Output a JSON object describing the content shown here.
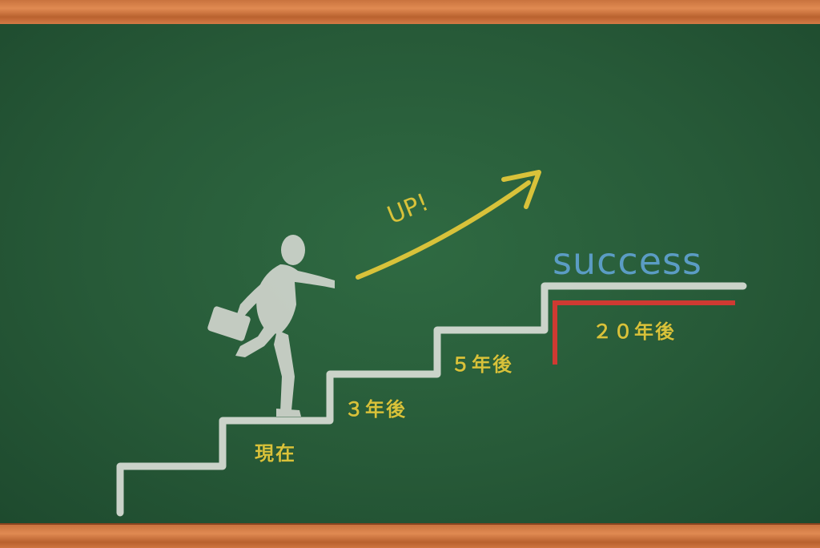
{
  "board": {
    "frame_color": "#d07a45",
    "surface_color": "#275a38",
    "chalk_white": "#d9ddd6",
    "chalk_yellow": "#d8c23a",
    "chalk_blue": "#5b9cc4",
    "chalk_red": "#cf3a32"
  },
  "arrow_text": "UP!",
  "goal_text": "success",
  "steps": [
    {
      "label": "現在"
    },
    {
      "label": "３年後"
    },
    {
      "label": "５年後"
    },
    {
      "label": "２０年後"
    }
  ]
}
